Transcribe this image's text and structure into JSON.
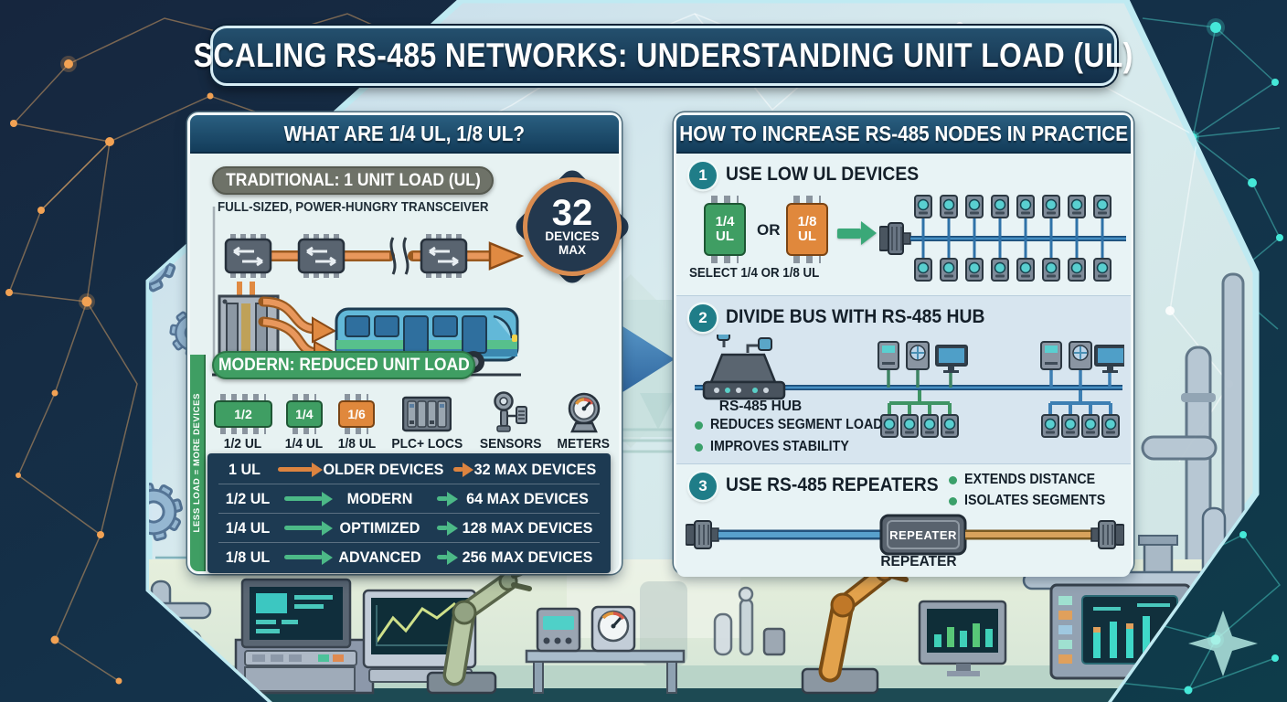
{
  "title": "SCALING RS-485 NETWORKS: UNDERSTANDING UNIT LOAD (UL)",
  "left_panel": {
    "header": "WHAT ARE 1/4 UL, 1/8 UL?",
    "traditional": {
      "pill": "TRADITIONAL: 1 UNIT LOAD (UL)",
      "subtitle": "FULL-SIZED, POWER-HUNGRY TRANSCEIVER",
      "badge_number": "32",
      "badge_line1": "DEVICES",
      "badge_line2": "MAX"
    },
    "modern": {
      "pill": "MODERN: REDUCED UNIT LOAD",
      "side_label": "LESS LOAD = MORE DEVICES",
      "chips": [
        {
          "face": "1/2",
          "label": "1/2 UL"
        },
        {
          "face": "1/4",
          "label": "1/4 UL"
        },
        {
          "face": "1/6",
          "label": "1/8 UL"
        }
      ],
      "devices": [
        {
          "icon": "plc-stack-icon",
          "label": "PLC+ LOCS"
        },
        {
          "icon": "sensor-icon",
          "label": "SENSORS"
        },
        {
          "icon": "meter-icon",
          "label": "METERS"
        }
      ]
    },
    "table": {
      "rows": [
        {
          "ul": "1 UL",
          "category": "OLDER DEVICES",
          "max": "32 MAX DEVICES",
          "accent": "#dd8440"
        },
        {
          "ul": "1/2 UL",
          "category": "MODERN",
          "max": "64 MAX DEVICES",
          "accent": "#4cb987"
        },
        {
          "ul": "1/4 UL",
          "category": "OPTIMIZED",
          "max": "128 MAX DEVICES",
          "accent": "#4cb987"
        },
        {
          "ul": "1/8 UL",
          "category": "ADVANCED",
          "max": "256 MAX DEVICES",
          "accent": "#4cb987"
        }
      ]
    }
  },
  "right_panel": {
    "header": "HOW TO INCREASE RS-485 NODES IN PRACTICE",
    "step1": {
      "number": "1",
      "title": "USE LOW UL DEVICES",
      "chip_a_face": "1/4",
      "chip_a_unit": "UL",
      "or_label": "OR",
      "chip_b_face": "1/8",
      "chip_b_unit": "UL",
      "caption": "SELECT 1/4 OR 1/8 UL"
    },
    "step2": {
      "number": "2",
      "title": "DIVIDE BUS WITH RS-485 HUB",
      "hub_label": "RS-485 HUB",
      "bullets": [
        "REDUCES SEGMENT LOAD",
        "IMPROVES STABILITY"
      ]
    },
    "step3": {
      "number": "3",
      "title": "USE RS-485 REPEATERS",
      "bullets": [
        "EXTENDS DISTANCE",
        "ISOLATES SEGMENTS"
      ],
      "repeater_box_label": "REPEATER",
      "repeater_caption": "REPEATER"
    }
  },
  "colors": {
    "banner_navy": "#1a3c58",
    "header_navy": "#1c4866",
    "card_bg": "#e8f2f3",
    "section_alt_bg": "#d7e5ef",
    "table_navy": "#1d3a52",
    "accent_orange": "#e0883c",
    "accent_green": "#3f9e63",
    "arrow_green": "#4cb987",
    "bus_blue": "#2f72a8",
    "step_circle_teal": "#1f7d88",
    "node_orange": "#f2a254",
    "node_cyan": "#45e8d8"
  }
}
